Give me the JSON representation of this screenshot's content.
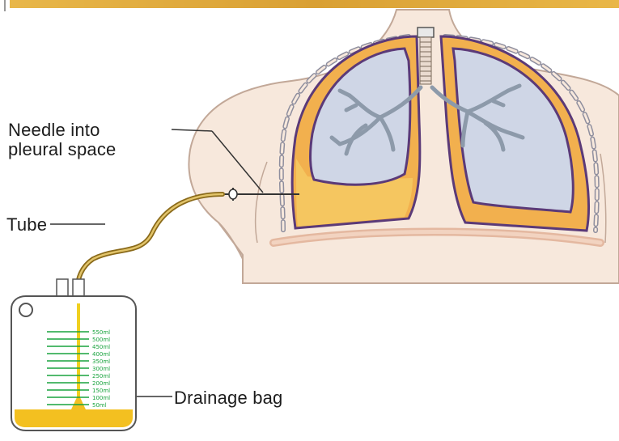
{
  "labels": {
    "needle_line1": "Needle into",
    "needle_line2": "pleural space",
    "tube": "Tube",
    "drainage_bag": "Drainage bag"
  },
  "bag_scale_marks": [
    "550ml",
    "500ml",
    "450ml",
    "400ml",
    "350ml",
    "300ml",
    "250ml",
    "200ml",
    "150ml",
    "100ml",
    "50ml"
  ],
  "colors": {
    "banner": "#e3ac3c",
    "skin": "#f7e8dc",
    "skin_outline": "#c2a898",
    "pleura_orange": "#f2b04e",
    "pleura_purple": "#5b3a78",
    "lung_fill": "#cfd6e6",
    "bronchi": "#8d9aaa",
    "effusion": "#f5c660",
    "tube": "#8a6a1a",
    "scale_green": "#19a33e",
    "bag_outline": "#555555"
  }
}
